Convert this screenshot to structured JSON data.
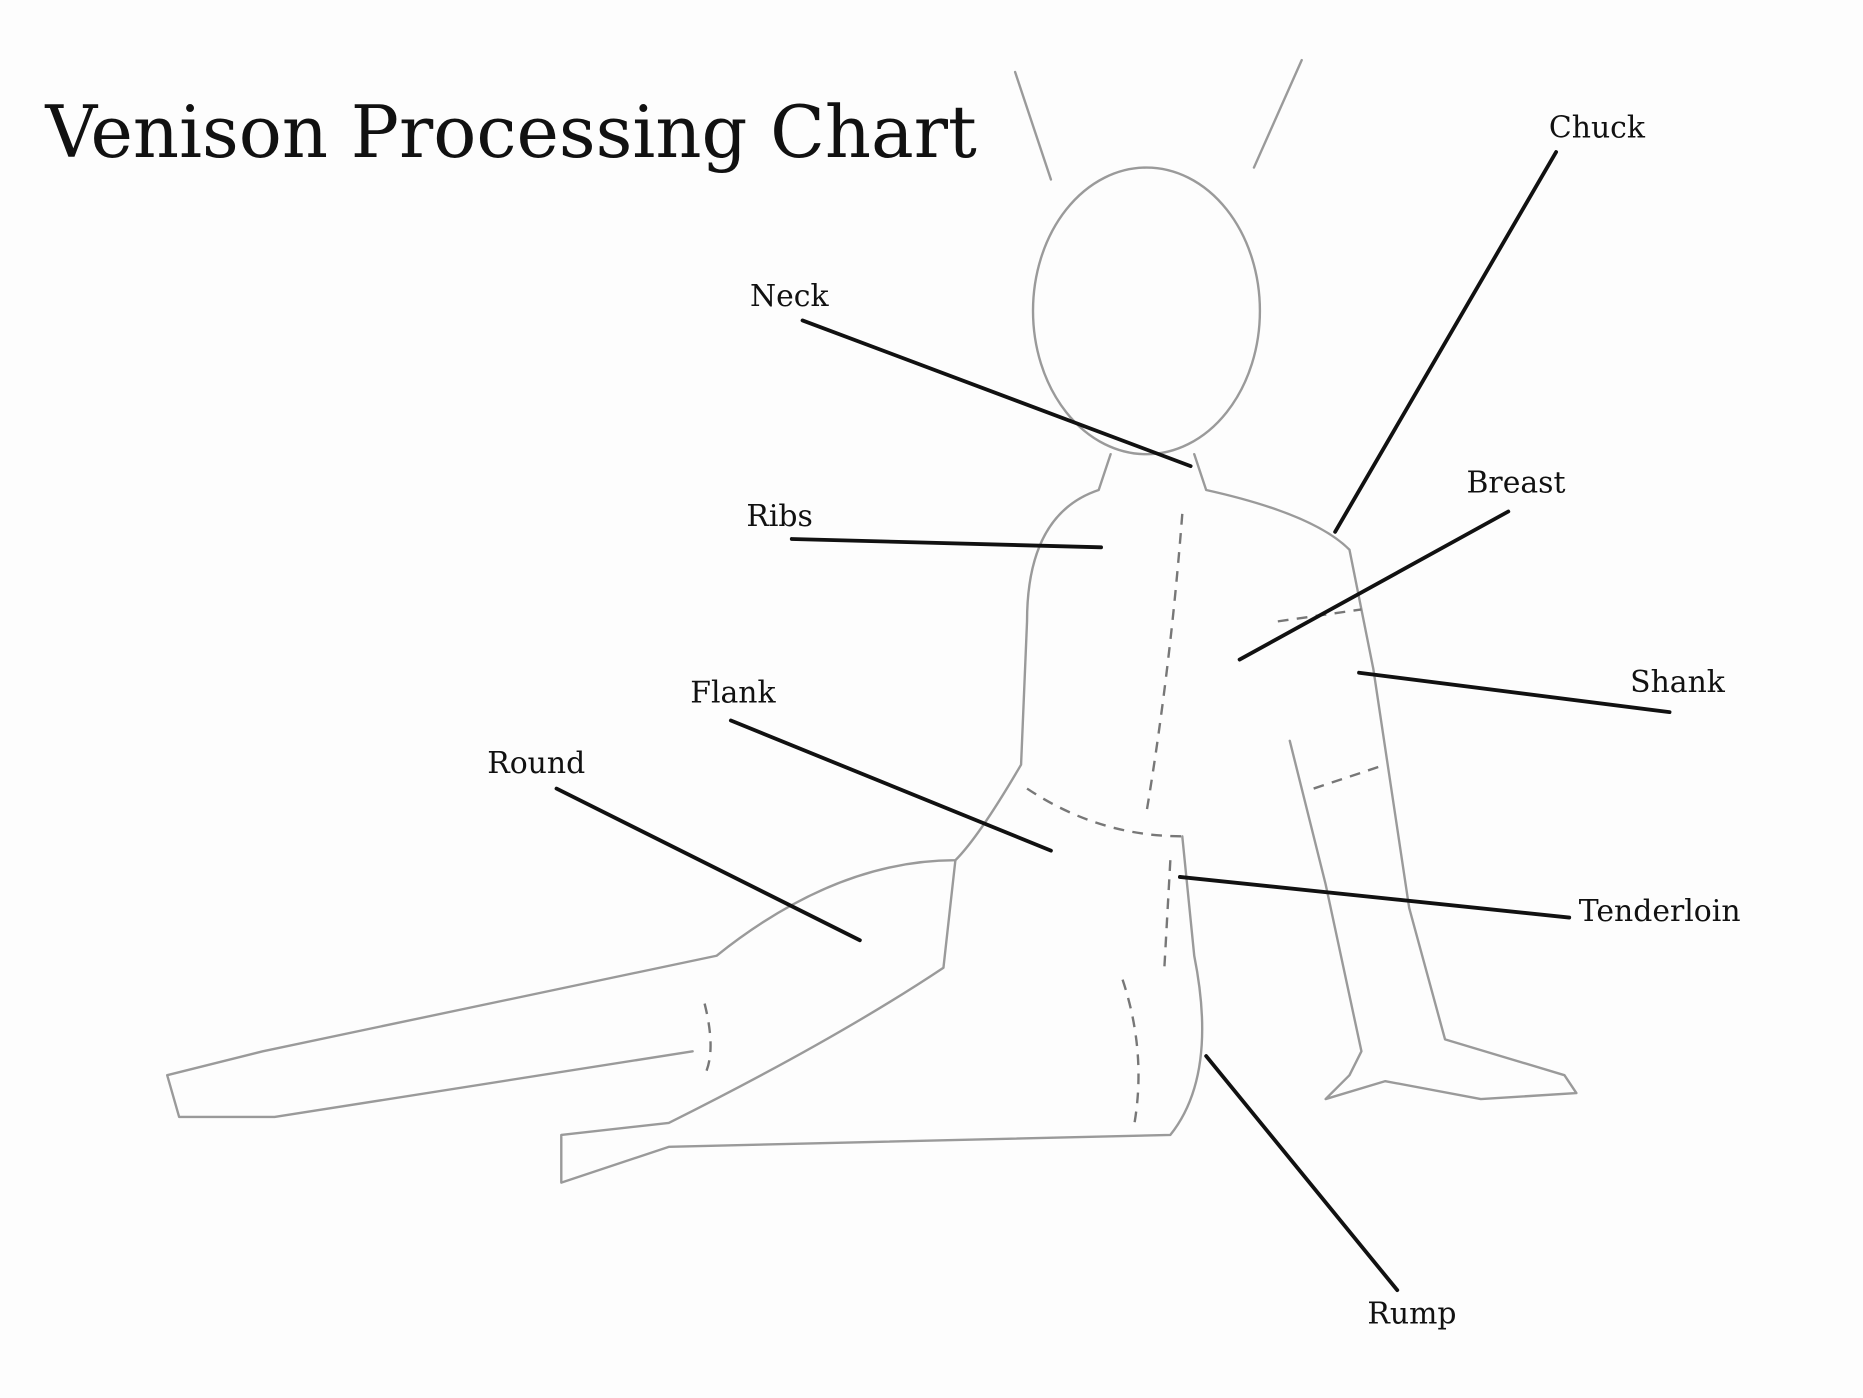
{
  "title": "Venison Processing Chart",
  "labels": {
    "chuck": "Chuck",
    "neck": "Neck",
    "ribs": "Ribs",
    "breast": "Breast",
    "shank": "Shank",
    "flank": "Flank",
    "round": "Round",
    "tenderloin": "Tenderloin",
    "rump": "Rump"
  }
}
